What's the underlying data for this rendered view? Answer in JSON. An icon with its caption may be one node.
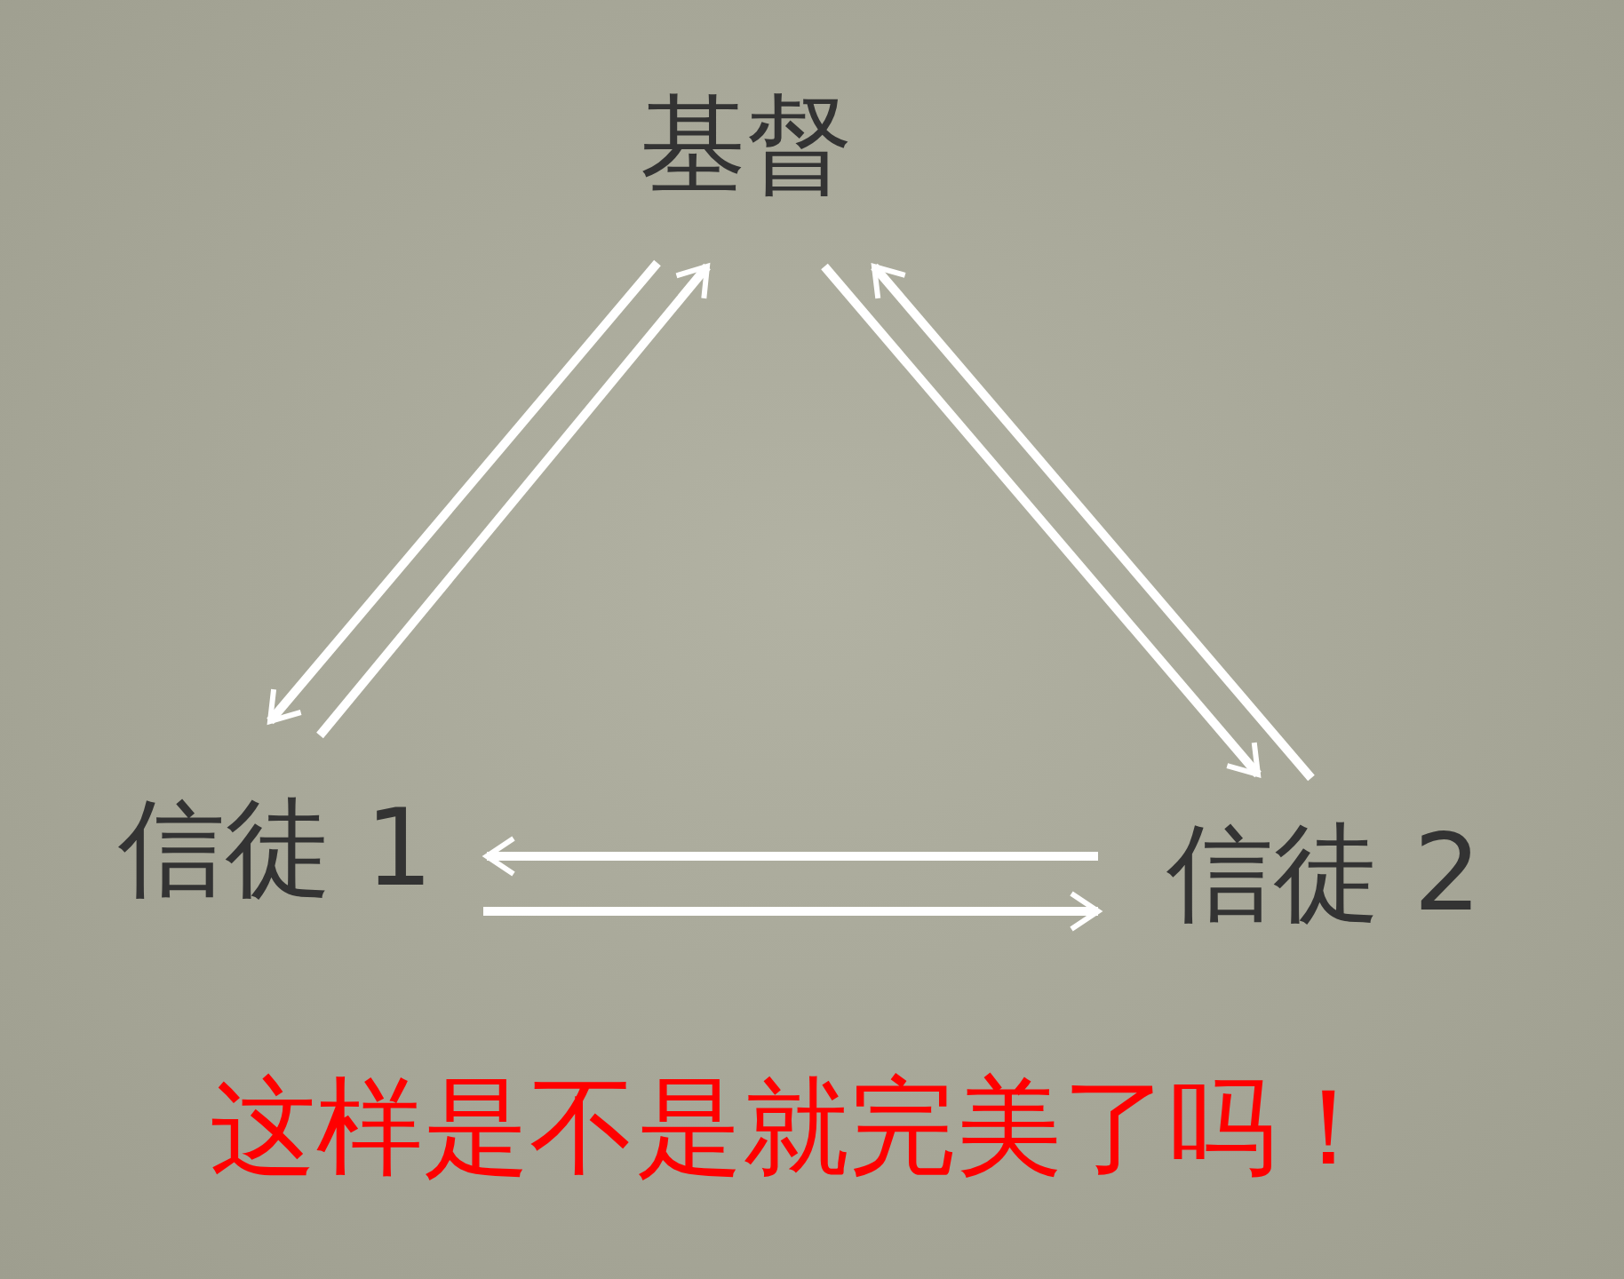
{
  "diagram": {
    "nodes": [
      {
        "text": [
          "基督"
        ]
      },
      {
        "text": [
          "信徒 1"
        ]
      },
      {
        "text": [
          "信徒 2"
        ]
      }
    ],
    "edges": [
      {
        "from": 0,
        "to": 1,
        "arrow": "to"
      },
      {
        "from": 1,
        "to": 0,
        "arrow": "to"
      },
      {
        "from": 0,
        "to": 2,
        "arrow": "to"
      },
      {
        "from": 2,
        "to": 0,
        "arrow": "to"
      },
      {
        "from": 2,
        "to": 1,
        "arrow": "to"
      },
      {
        "from": 1,
        "to": 2,
        "arrow": "to"
      }
    ],
    "labels": [
      "这样是不是就完美了吗！"
    ]
  }
}
